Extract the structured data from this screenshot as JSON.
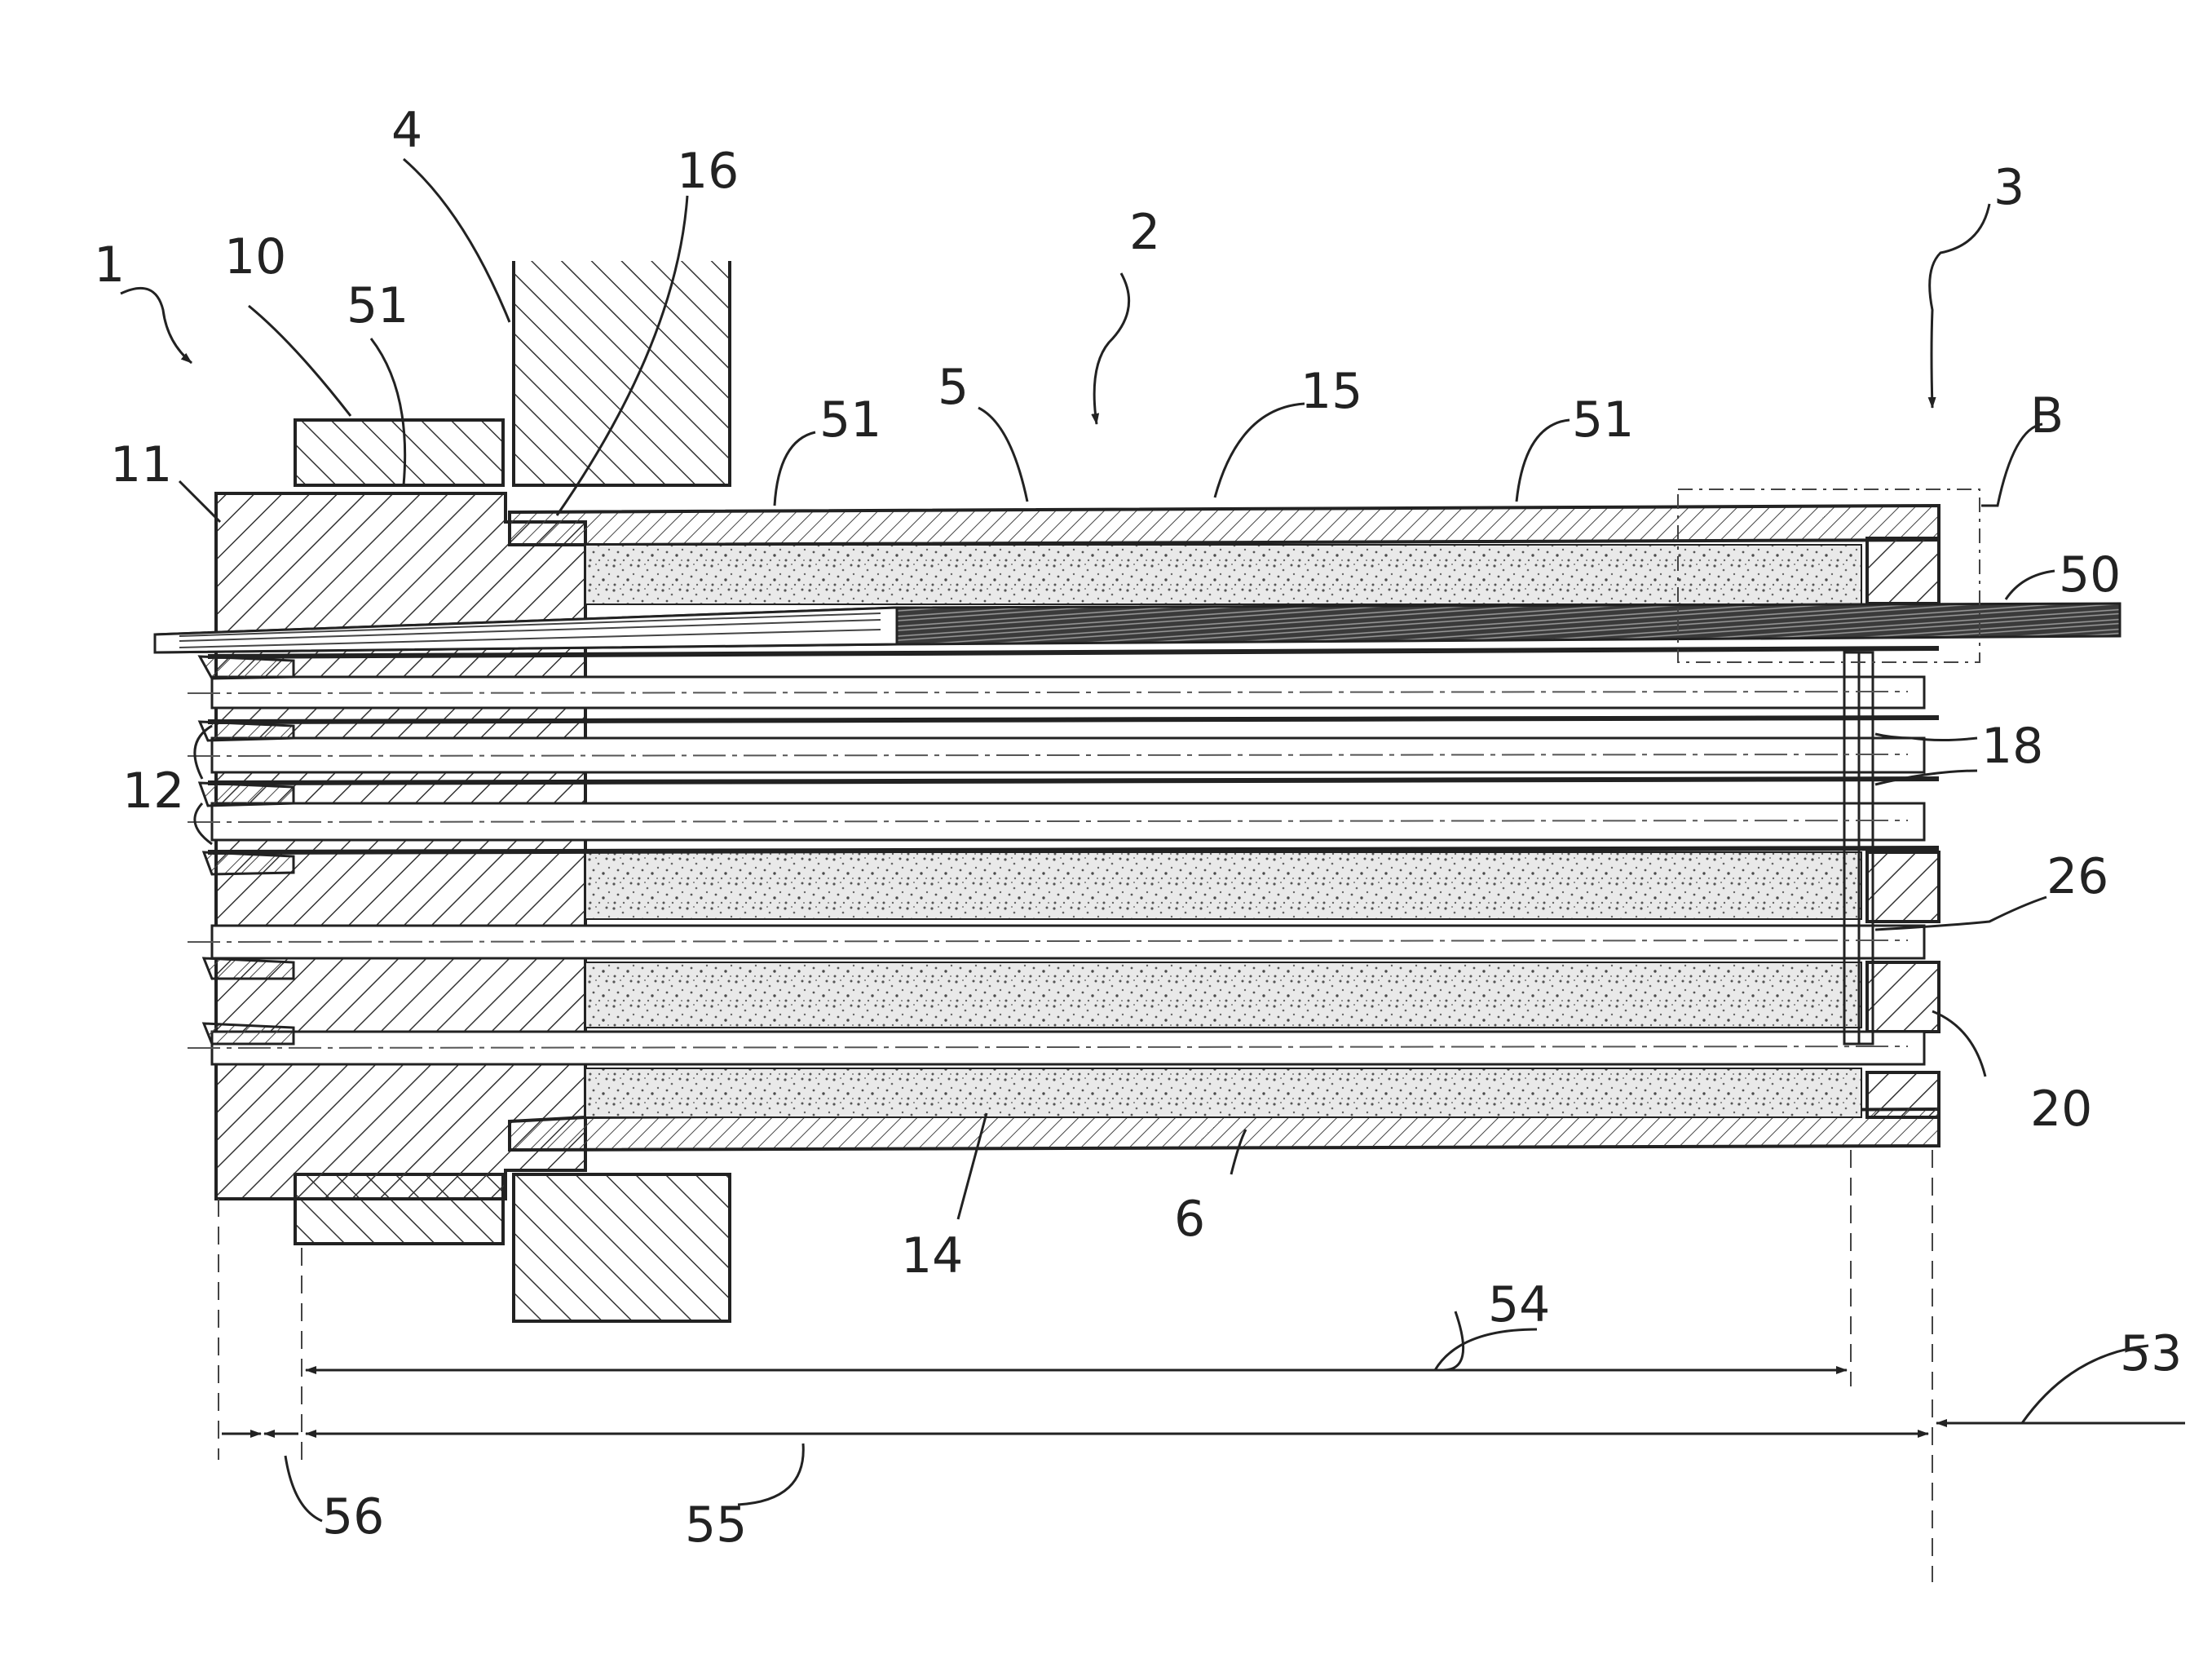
{
  "figure": {
    "reference_numerals": {
      "ref_1": "1",
      "ref_2": "2",
      "ref_3": "3",
      "ref_4": "4",
      "ref_5": "5",
      "ref_6": "6",
      "ref_10": "10",
      "ref_11": "11",
      "ref_12": "12",
      "ref_14": "14",
      "ref_15": "15",
      "ref_16": "16",
      "ref_18": "18",
      "ref_20": "20",
      "ref_26": "26",
      "ref_50": "50",
      "ref_51_a": "51",
      "ref_51_b": "51",
      "ref_51_c": "51",
      "ref_53": "53",
      "ref_54": "54",
      "ref_55": "55",
      "ref_56": "56",
      "ref_B": "B"
    },
    "colors": {
      "line": "#222222",
      "hatch": "#333333",
      "stipple_background": "#e9e9e9",
      "stipple_dots": "#555555",
      "strand": "#3a3a3a"
    }
  }
}
